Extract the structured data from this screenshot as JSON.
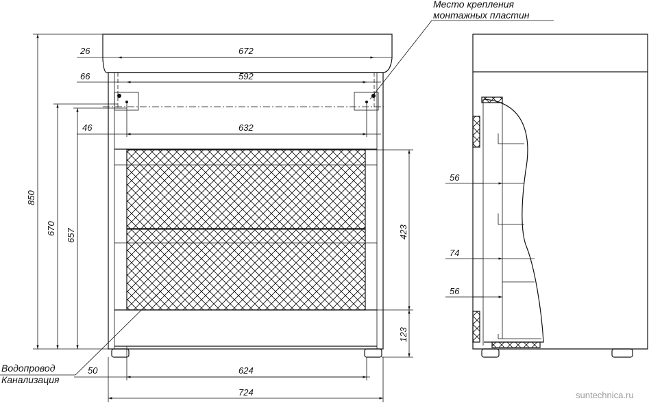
{
  "notes": {
    "mount_line1": "Место крепления",
    "mount_line2": "монтажных пластин",
    "water_supply": "Водопровод",
    "sewer": "Канализация"
  },
  "dimensions": {
    "d26": "26",
    "d672": "672",
    "d66": "66",
    "d592": "592",
    "d46": "46",
    "d632": "632",
    "d850": "850",
    "d670": "670",
    "d657": "657",
    "d423": "423",
    "d123": "123",
    "d50": "50",
    "d624": "624",
    "d724": "724",
    "side_56_top": "56",
    "side_74": "74",
    "side_56_bottom": "56"
  },
  "watermark": "suntechnica.ru"
}
